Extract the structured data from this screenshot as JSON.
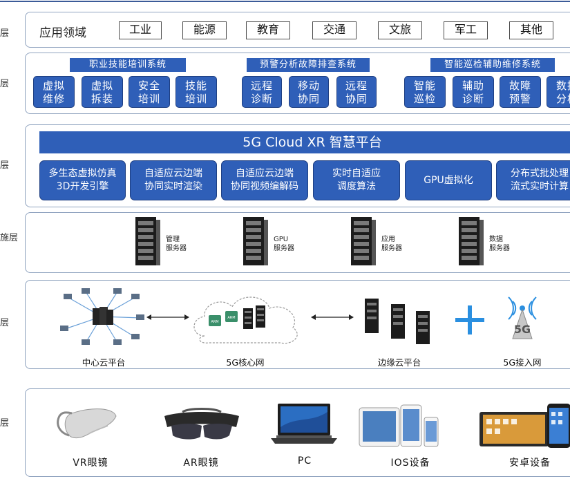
{
  "side_labels": [
    "层",
    "层",
    "层",
    "施层",
    "层",
    "层"
  ],
  "app_domain": {
    "title": "应用领域",
    "tags": [
      "工业",
      "能源",
      "教育",
      "交通",
      "文旅",
      "军工",
      "其他"
    ]
  },
  "systems": [
    {
      "name": "职业技能培训系统",
      "buttons": [
        "虚拟\n维修",
        "虚拟\n拆装",
        "安全\n培训",
        "技能\n培训"
      ]
    },
    {
      "name": "预警分析故障排查系统",
      "buttons": [
        "远程\n诊断",
        "移动\n协同",
        "远程\n协同"
      ]
    },
    {
      "name": "智能巡检辅助维修系统",
      "buttons": [
        "智能\n巡检",
        "辅助\n诊断",
        "故障\n预警",
        "数据\n分析"
      ]
    }
  ],
  "platform": {
    "title": "5G Cloud XR 智慧平台",
    "features": [
      "多生态虚拟仿真\n3D开发引擎",
      "自适应云边端\n协同实时渲染",
      "自适应云边端\n协同视频编解码",
      "实时自适应\n调度算法",
      "GPU虚拟化",
      "分布式批处理\n流式实时计算"
    ]
  },
  "servers": [
    "管理\n服务器",
    "GPU\n服务器",
    "应用\n服务器",
    "数据\n服务器"
  ],
  "network": {
    "labels": [
      "中心云平台",
      "5G核心网",
      "边缘云平台",
      "5G接入网"
    ],
    "chip_label": "ARM",
    "g5_label": "5G"
  },
  "devices": [
    "VR眼镜",
    "AR眼镜",
    "PC",
    "IOS设备",
    "安卓设备"
  ],
  "colors": {
    "primary": "#2f5fb8",
    "border": "#8fa3bf",
    "plus": "#2a8fe0"
  }
}
